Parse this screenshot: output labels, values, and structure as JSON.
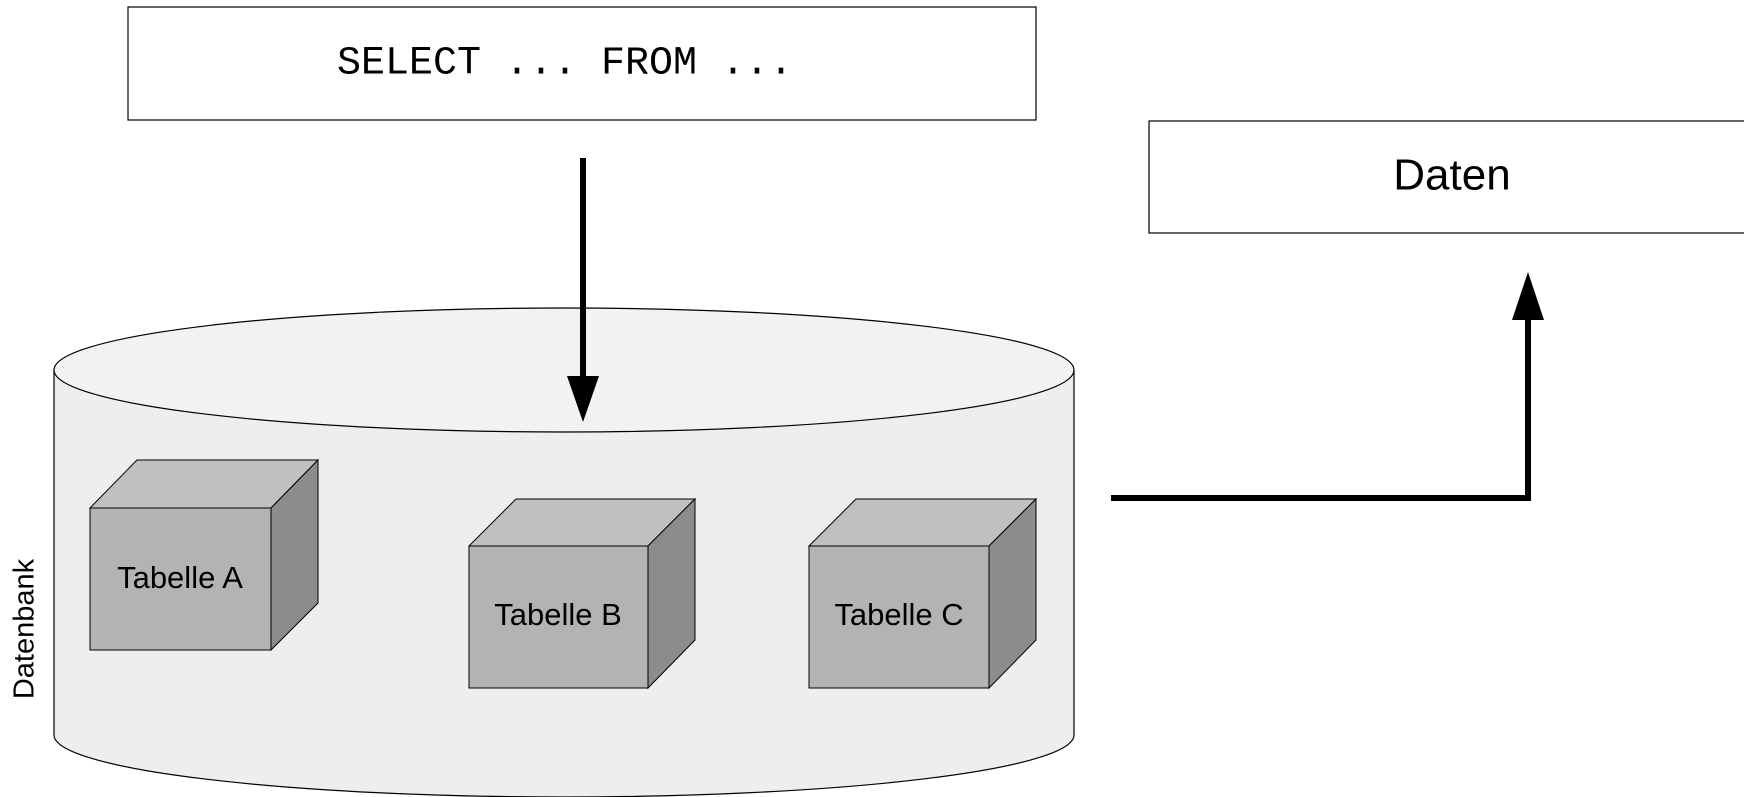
{
  "query_box": {
    "label": "SELECT ... FROM ..."
  },
  "result_box": {
    "label": "Daten"
  },
  "database": {
    "label": "Datenbank",
    "tables": [
      {
        "label": "Tabelle A"
      },
      {
        "label": "Tabelle B"
      },
      {
        "label": "Tabelle C"
      }
    ]
  },
  "colors": {
    "cylinder_top": "#f2f2f2",
    "cylinder_body": "#eeeeee",
    "cube_front": "#b3b3b3",
    "cube_top": "#c0c0c0",
    "cube_side": "#8c8c8c",
    "stroke": "#000000"
  }
}
